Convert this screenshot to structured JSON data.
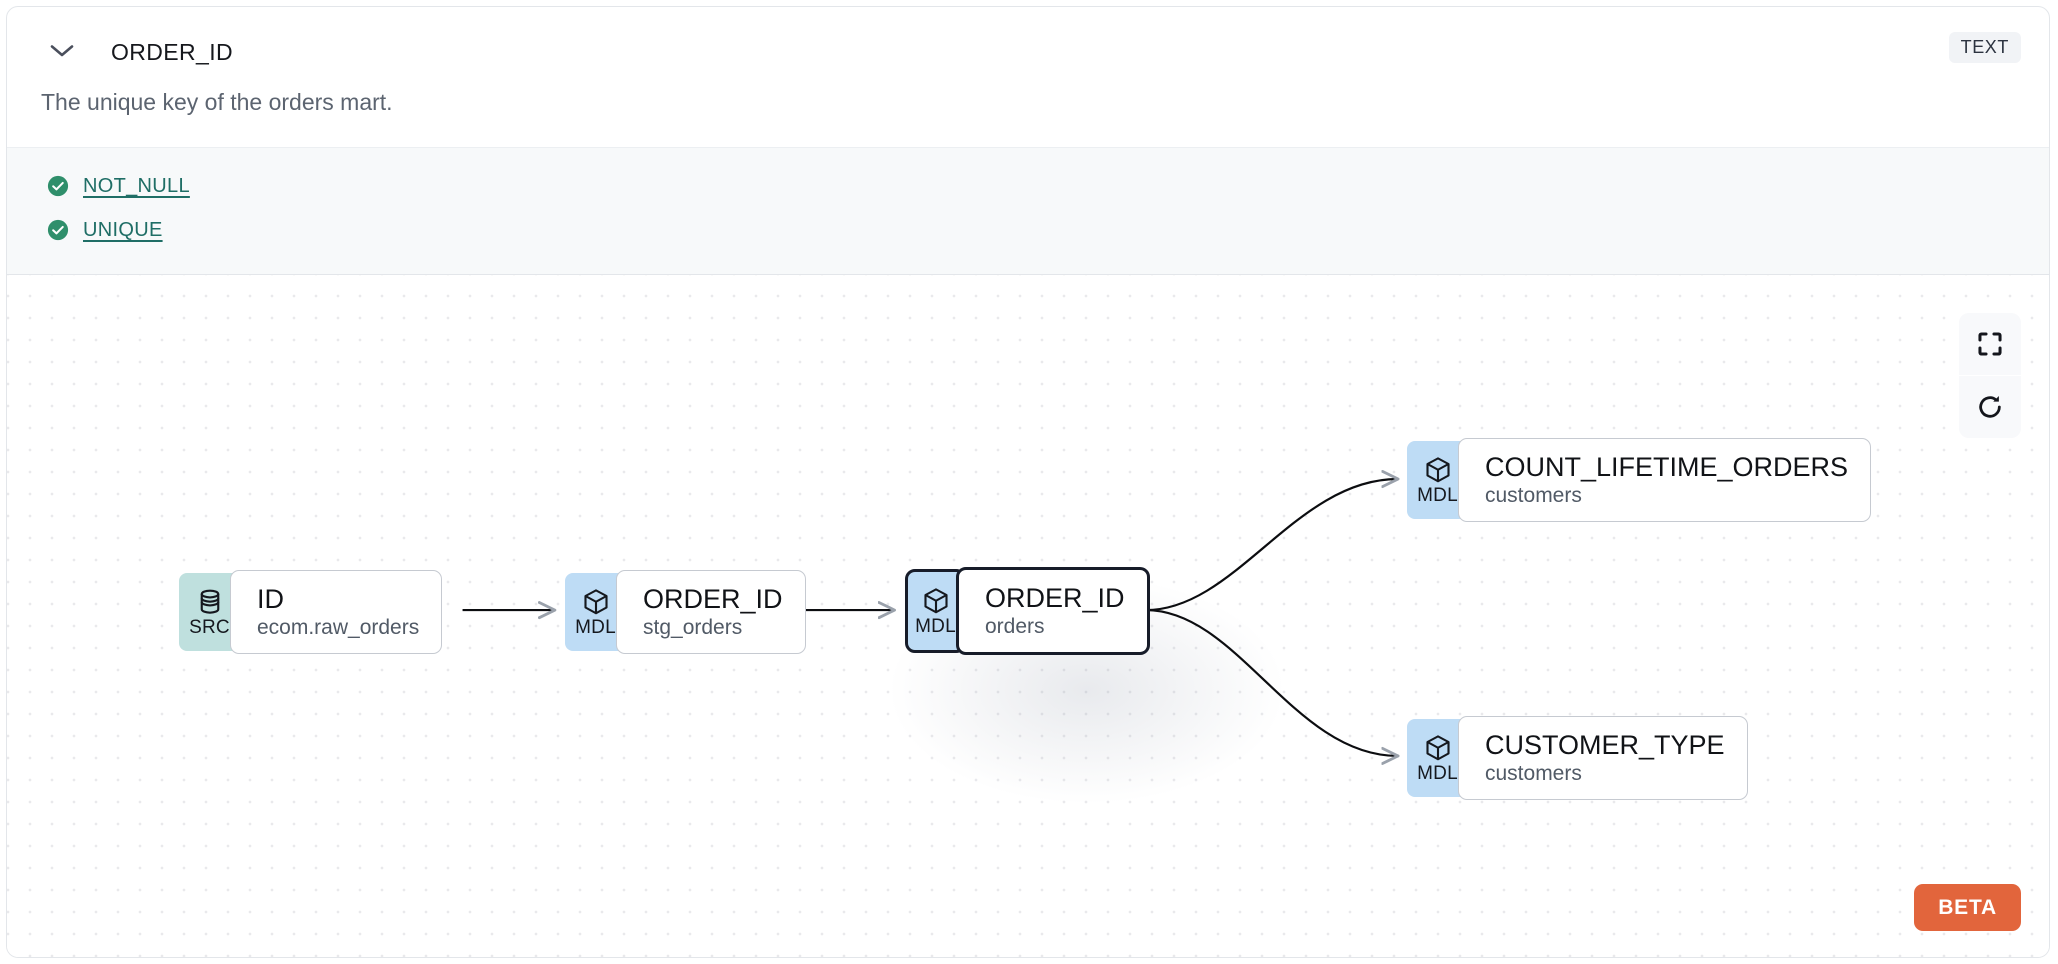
{
  "header": {
    "title": "ORDER_ID",
    "type_badge": "TEXT",
    "collapse_icon": "chevron-down-icon"
  },
  "description": "The unique key of the orders mart.",
  "tests": [
    {
      "label": "NOT_NULL",
      "status": "passed",
      "status_icon": "check-circle-icon"
    },
    {
      "label": "UNIQUE",
      "status": "passed",
      "status_icon": "check-circle-icon"
    }
  ],
  "lineage": {
    "nodes": [
      {
        "id": "src-id",
        "badge": "SRC",
        "badge_icon": "database-icon",
        "name": "ID",
        "parent": "ecom.raw_orders",
        "selected": false
      },
      {
        "id": "stg-order",
        "badge": "MDL",
        "badge_icon": "cube-icon",
        "name": "ORDER_ID",
        "parent": "stg_orders",
        "selected": false
      },
      {
        "id": "orders-order",
        "badge": "MDL",
        "badge_icon": "cube-icon",
        "name": "ORDER_ID",
        "parent": "orders",
        "selected": true
      },
      {
        "id": "cust-count",
        "badge": "MDL",
        "badge_icon": "cube-icon",
        "name": "COUNT_LIFETIME_ORDERS",
        "parent": "customers",
        "selected": false
      },
      {
        "id": "cust-type",
        "badge": "MDL",
        "badge_icon": "cube-icon",
        "name": "CUSTOMER_TYPE",
        "parent": "customers",
        "selected": false
      }
    ],
    "edges": [
      {
        "from": "src-id",
        "to": "stg-order"
      },
      {
        "from": "stg-order",
        "to": "orders-order"
      },
      {
        "from": "orders-order",
        "to": "cust-count"
      },
      {
        "from": "orders-order",
        "to": "cust-type"
      }
    ]
  },
  "controls": [
    {
      "name": "fit-view-button",
      "icon": "fullscreen-icon"
    },
    {
      "name": "reset-button",
      "icon": "refresh-icon"
    }
  ],
  "beta_badge": "BETA",
  "colors": {
    "src_badge": "#bfe0de",
    "mdl_badge": "#bedcf5",
    "test_pass": "#2f8f6b",
    "test_link": "#1f6e66",
    "beta": "#e2653c",
    "selected_border": "#171c29",
    "tests_bg": "#f7f9fa"
  }
}
